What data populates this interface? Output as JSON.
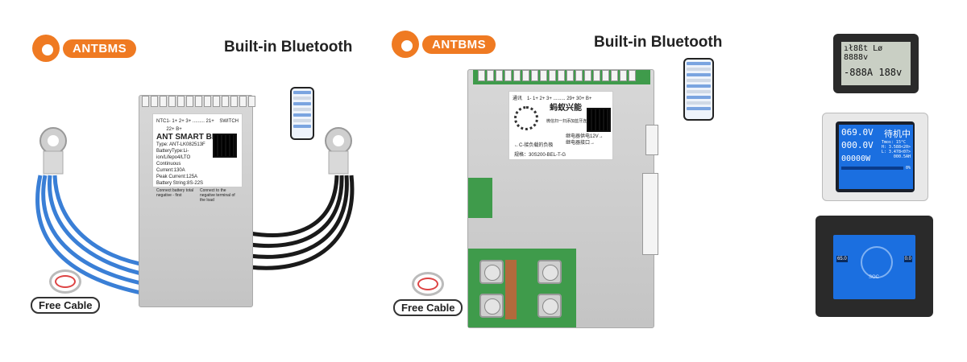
{
  "brand_left": {
    "name": "ANTBMS"
  },
  "brand_mid": {
    "name": "ANTBMS"
  },
  "heading_left": "Built-in Bluetooth",
  "heading_mid": "Built-in Bluetooth",
  "cable_left": "Free Cable",
  "cable_mid": "Free Cable",
  "bms1_label": {
    "header": "ANT SMART BMS",
    "lines": [
      "Type: ANT-LK082513F",
      "BatteryType:Li-ion/Lifepo4/LTO",
      "Continuous Current:130A",
      "Peak Current:125A",
      "Battery String:8S-22S"
    ],
    "note_left": "Connect battery total negative - first",
    "note_right": "Connect to the negative terminal of the load",
    "pins": "1- 1+ 2+ 3+ ......... 21+ 22+ B+",
    "ntc": "NTC",
    "switch": "SWITCH"
  },
  "bms2_label": {
    "comm": "通讯",
    "pins": "1- 1+ 2+ 3+ ......... 29+ 30+ B+",
    "header": "蚂蚁兴能",
    "sub": "微信扫一扫添加蓝牙连接",
    "relay1": "继电器供电12V→",
    "relay2": "继电器接口→",
    "load": "←C-接负载的负极",
    "spec": "规格：30S200-BEL-T-G"
  },
  "display1": {
    "top": "ıł8ßt  Lø 8888v",
    "bottom": "-888A  188v"
  },
  "display2": {
    "lines": [
      "069.0V",
      "000.0V",
      "00000W"
    ],
    "status": "待机中",
    "tmos": "Tmos: 15°C",
    "h": "H: 3.588<20>",
    "l": "L: 3.478<07>",
    "ah": "000.5AH",
    "pct": "0%"
  },
  "display3": {
    "label_a": "65.0",
    "label_b": "0.0",
    "soc": "SOC"
  },
  "colors": {
    "brand_orange": "#ef7a22",
    "wire_blue": "#3a7fd6",
    "wire_black": "#1a1a1a",
    "pcb_green": "#3f9b4b",
    "lcd_blue": "#1b6fe0"
  }
}
